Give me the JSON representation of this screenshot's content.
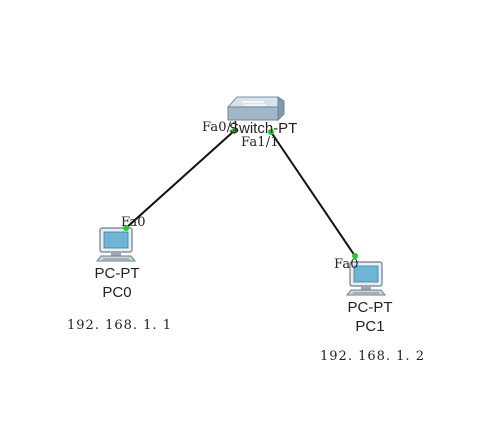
{
  "topology": {
    "switch": {
      "model": "Switch-PT",
      "port_left": "Fa0/1",
      "port_right": "Fa1/1",
      "icon": "switch-icon"
    },
    "pc0": {
      "model": "PC-PT",
      "name": "PC0",
      "port": "Fa0",
      "ip": "192. 168. 1. 1",
      "icon": "desktop-pc-icon"
    },
    "pc1": {
      "model": "PC-PT",
      "name": "PC1",
      "port": "Fa0",
      "ip": "192. 168. 1. 2",
      "icon": "desktop-pc-icon"
    },
    "links": [
      {
        "from": "pc0.Fa0",
        "to": "switch.Fa0/1",
        "status_color": "#22cc22"
      },
      {
        "from": "pc1.Fa0",
        "to": "switch.Fa1/1",
        "status_color": "#22cc22"
      }
    ],
    "colors": {
      "cable": "#111111",
      "link_up": "#22cc22",
      "pc_screen": "#6fb6d6",
      "switch_body": "#9fb7c6"
    }
  }
}
